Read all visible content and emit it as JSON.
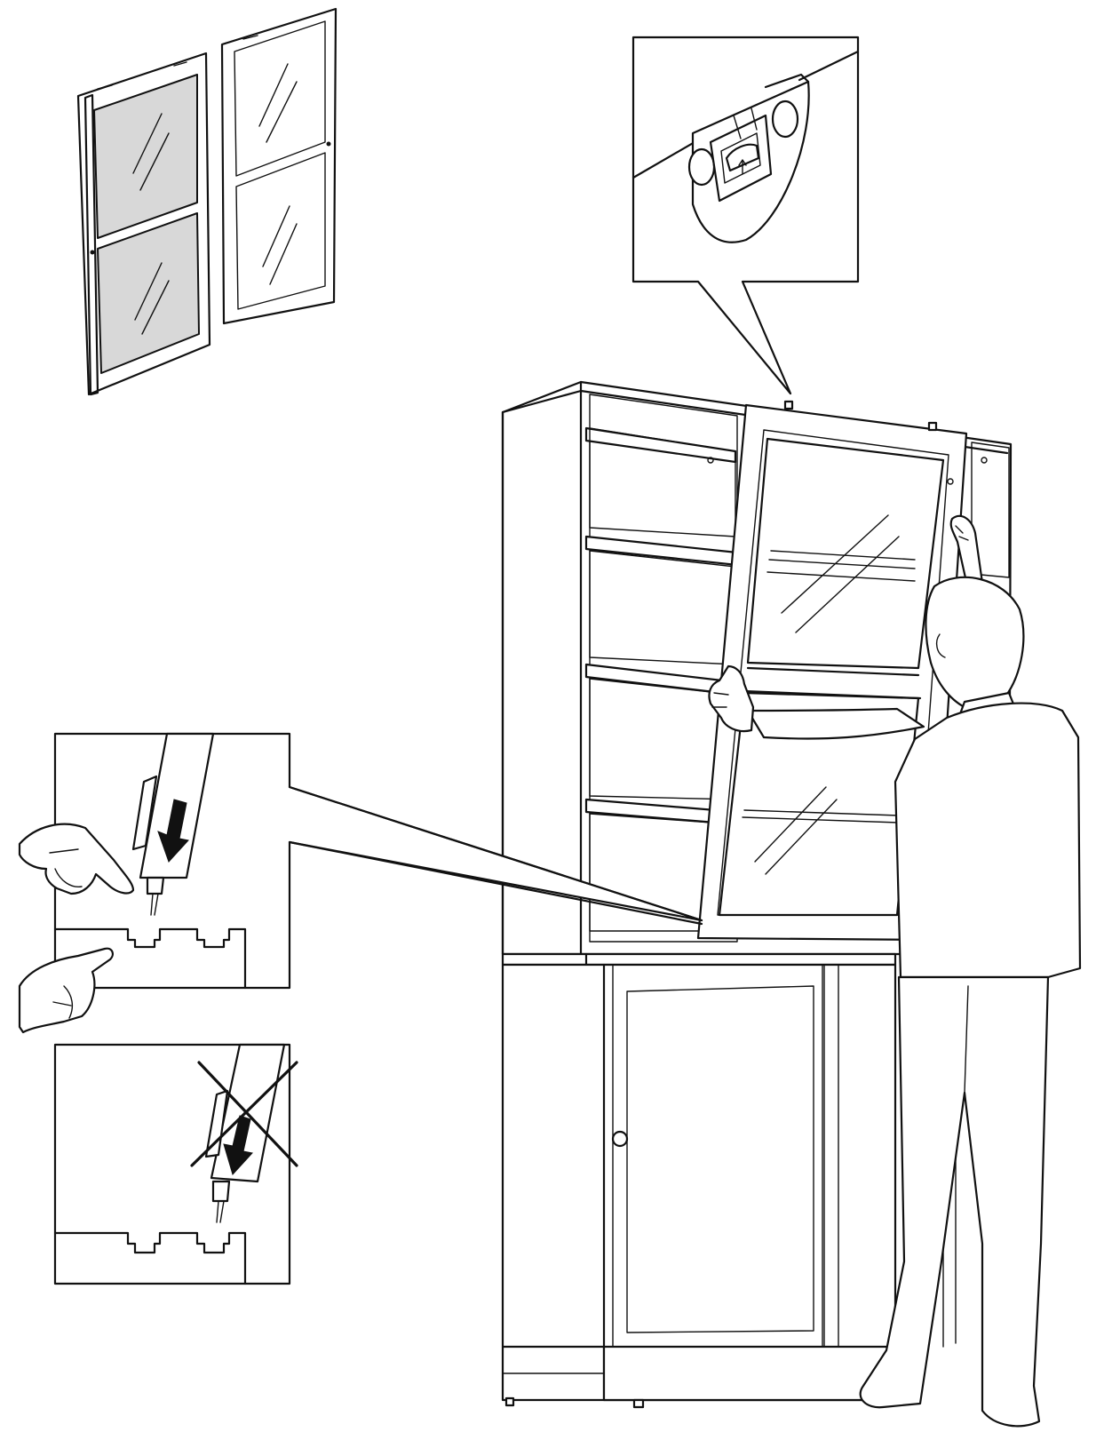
{
  "figure": {
    "kind": "assembly-instruction",
    "colors": {
      "line": "#111111",
      "glass_tinted": "#d8d8d8",
      "background": "#ffffff"
    },
    "icons": [
      "door-panels",
      "roller-detail-callout",
      "pointing-hand",
      "down-arrow",
      "cross-out-mark",
      "person-lifting-door",
      "cabinet"
    ],
    "labels": []
  }
}
